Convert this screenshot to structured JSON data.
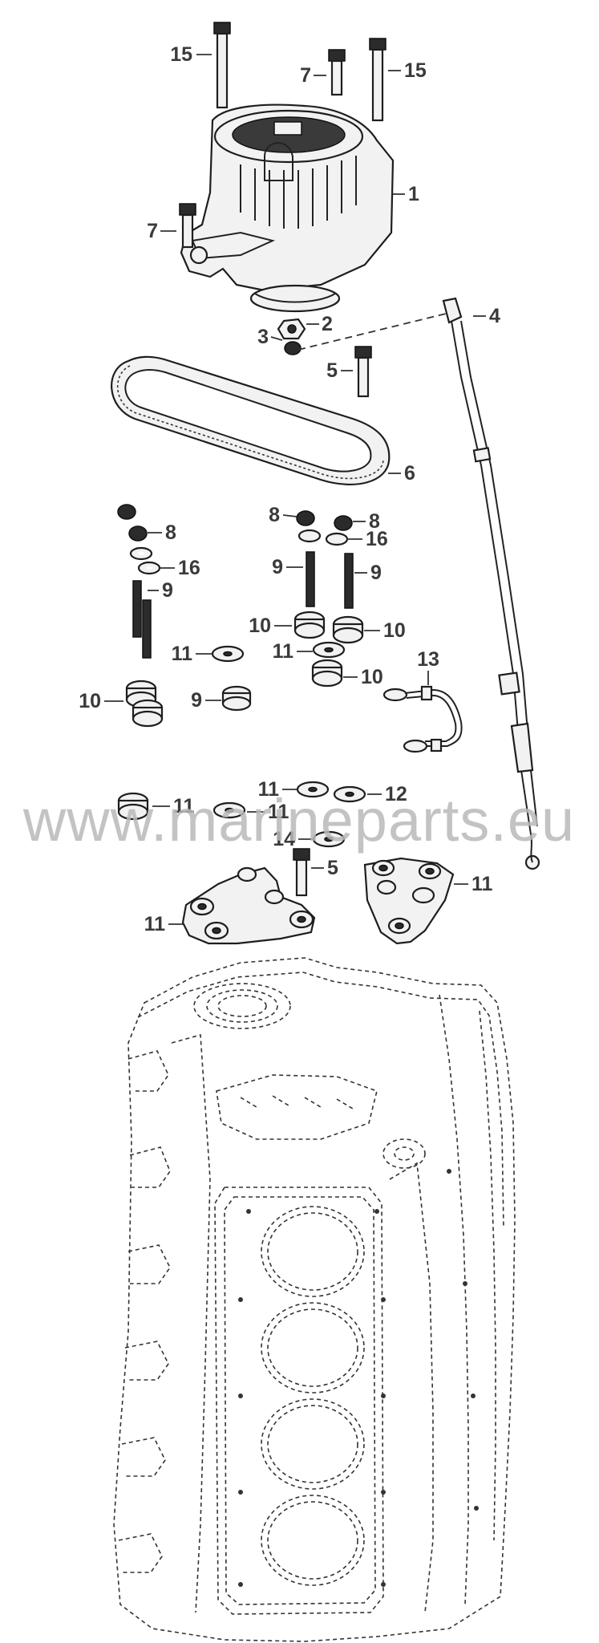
{
  "diagram": {
    "watermark": "www.marineparts.eu",
    "callouts": [
      {
        "id": "c1",
        "text": "1"
      },
      {
        "id": "c2",
        "text": "2"
      },
      {
        "id": "c3",
        "text": "3"
      },
      {
        "id": "c4",
        "text": "4"
      },
      {
        "id": "c5a",
        "text": "5"
      },
      {
        "id": "c5b",
        "text": "5"
      },
      {
        "id": "c6",
        "text": "6"
      },
      {
        "id": "c7a",
        "text": "7"
      },
      {
        "id": "c7b",
        "text": "7"
      },
      {
        "id": "c8a",
        "text": "8"
      },
      {
        "id": "c8b",
        "text": "8"
      },
      {
        "id": "c8c",
        "text": "8"
      },
      {
        "id": "c9a",
        "text": "9"
      },
      {
        "id": "c9b",
        "text": "9"
      },
      {
        "id": "c9c",
        "text": "9"
      },
      {
        "id": "c9d",
        "text": "9"
      },
      {
        "id": "c10a",
        "text": "10"
      },
      {
        "id": "c10b",
        "text": "10"
      },
      {
        "id": "c10c",
        "text": "10"
      },
      {
        "id": "c10d",
        "text": "10"
      },
      {
        "id": "c11a",
        "text": "11"
      },
      {
        "id": "c11b",
        "text": "11"
      },
      {
        "id": "c11c",
        "text": "11"
      },
      {
        "id": "c11d",
        "text": "11"
      },
      {
        "id": "c11e",
        "text": "11"
      },
      {
        "id": "c11f",
        "text": "11"
      },
      {
        "id": "c11g",
        "text": "11"
      },
      {
        "id": "c12",
        "text": "12"
      },
      {
        "id": "c13",
        "text": "13"
      },
      {
        "id": "c14",
        "text": "14"
      },
      {
        "id": "c15a",
        "text": "15"
      },
      {
        "id": "c15b",
        "text": "15"
      },
      {
        "id": "c16a",
        "text": "16"
      },
      {
        "id": "c16b",
        "text": "16"
      }
    ]
  }
}
